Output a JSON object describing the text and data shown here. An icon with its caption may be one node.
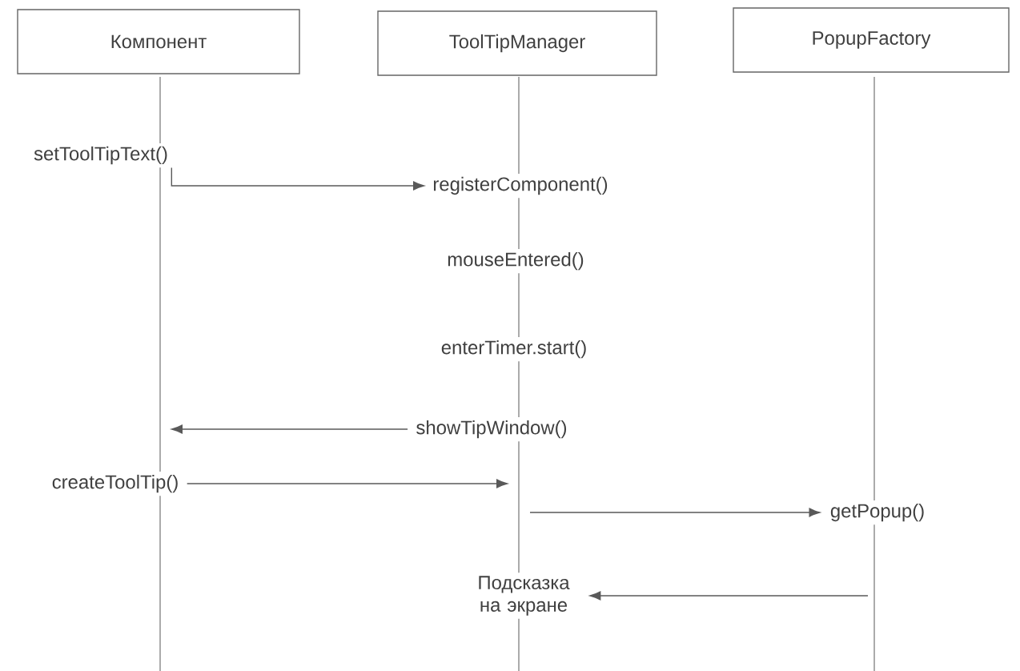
{
  "diagram": {
    "nodes": [
      {
        "text": [
          "Компонент"
        ]
      },
      {
        "text": [
          "ToolTipManager"
        ]
      },
      {
        "text": [
          "PopupFactory"
        ]
      },
      {
        "text": [
          "setToolTipText()"
        ]
      },
      {
        "text": [
          "registerComponent()"
        ]
      },
      {
        "text": [
          "mouseEntered()"
        ]
      },
      {
        "text": [
          "enterTimer.start()"
        ]
      },
      {
        "text": [
          "showTipWindow()"
        ]
      },
      {
        "text": [
          "createToolTip()"
        ]
      },
      {
        "text": [
          "getPopup()"
        ]
      },
      {
        "text": [
          "Подсказка на экране"
        ]
      }
    ],
    "edges": [
      {
        "from": 3,
        "to": 4,
        "arrow": "to"
      },
      {
        "from": 7,
        "to": null,
        "arrow": "to"
      },
      {
        "from": 8,
        "to": null,
        "arrow": "to"
      },
      {
        "from": null,
        "to": 9,
        "arrow": "to"
      },
      {
        "from": null,
        "to": 10,
        "arrow": "to"
      }
    ]
  }
}
